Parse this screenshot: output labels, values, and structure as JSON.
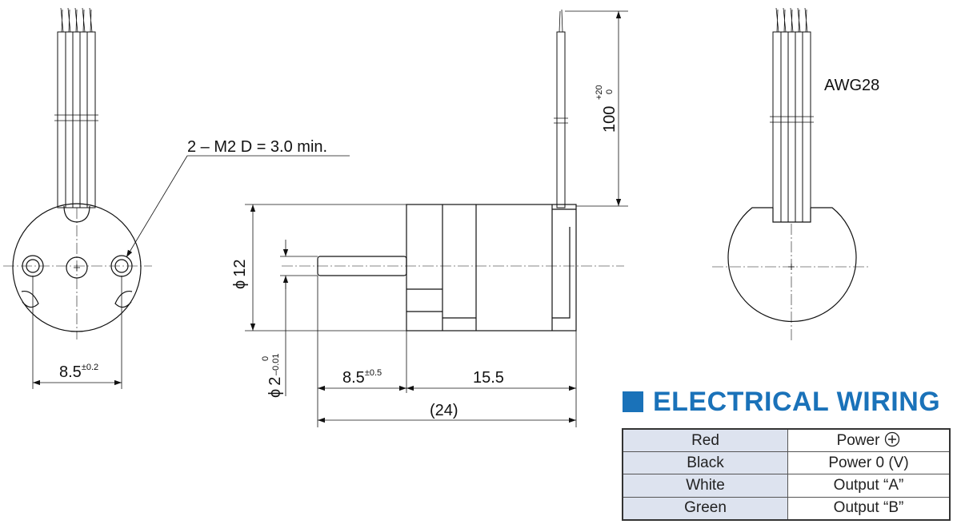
{
  "front_view": {
    "dim_width": "8.5",
    "dim_width_tol": "±0.2",
    "hole_callout": "2 – M2  D = 3.0 min."
  },
  "side_view": {
    "dim_diameter": "12",
    "dim_shaft_diameter": "2",
    "dim_shaft_tol_upper": "0",
    "dim_shaft_tol_lower": "–0.01",
    "dim_shaft_length": "8.5",
    "dim_shaft_length_tol": "±0.5",
    "dim_body_length": "15.5",
    "dim_total_length": "(24)",
    "dim_lead_length": "100",
    "dim_lead_tol_upper": "+20",
    "dim_lead_tol_lower": "0",
    "diameter_symbol": "ϕ"
  },
  "rear_view": {
    "wire_gauge": "AWG28"
  },
  "electrical_wiring": {
    "title": "ELECTRICAL WIRING",
    "accent_color": "#1a72b9",
    "rows": [
      {
        "color": "Red",
        "function": "Power",
        "icon": "plus-circle-icon"
      },
      {
        "color": "Black",
        "function": "Power 0 (V)"
      },
      {
        "color": "White",
        "function": "Output “A”"
      },
      {
        "color": "Green",
        "function": "Output “B”"
      }
    ]
  }
}
